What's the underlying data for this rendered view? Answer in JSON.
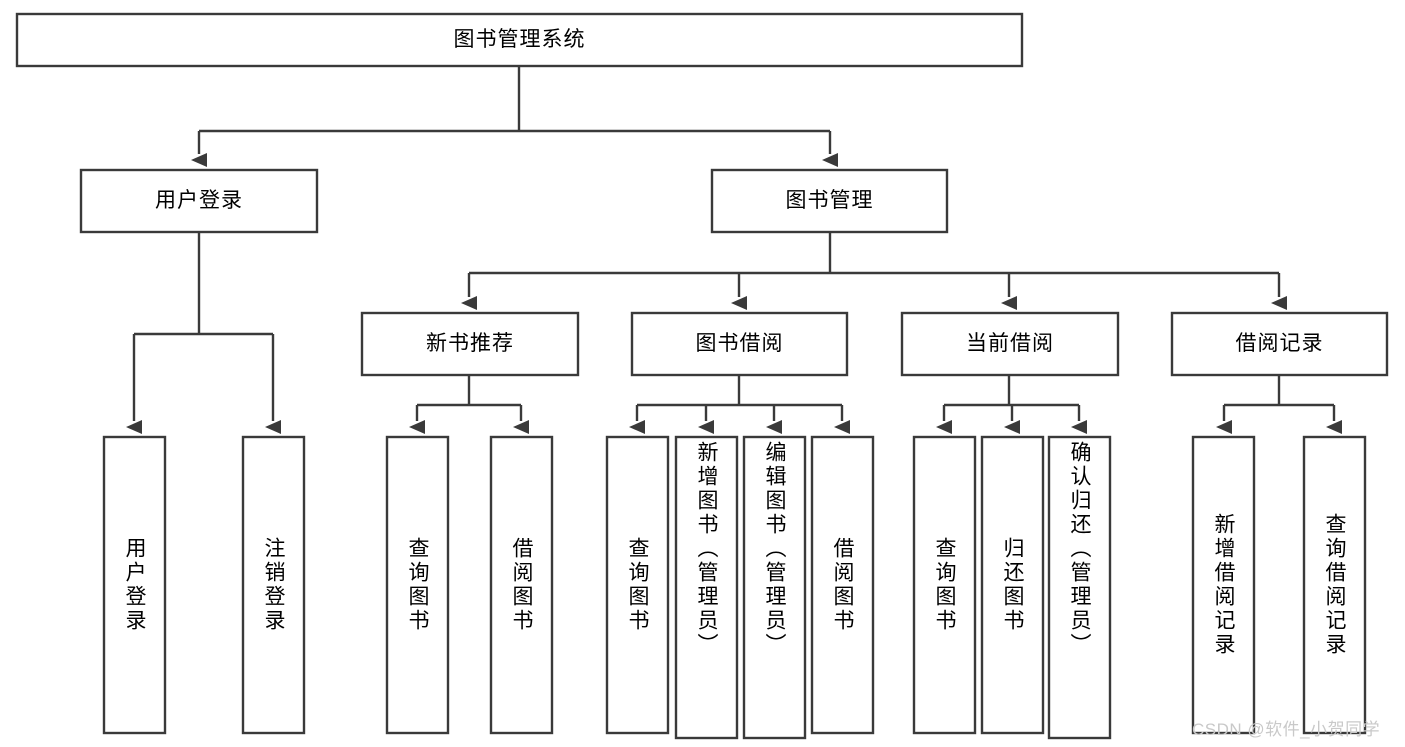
{
  "diagram": {
    "title": "图书管理系统",
    "watermark": "CSDN @软件_小贺同学",
    "colors": {
      "stroke": "#3a3a3a",
      "fill": "#ffffff",
      "text": "#000000",
      "watermark": "#c9c9c9"
    },
    "levels": {
      "root": {
        "label": "图书管理系统"
      },
      "level2": [
        {
          "label": "用户登录"
        },
        {
          "label": "图书管理"
        }
      ],
      "level3": [
        {
          "label": "新书推荐"
        },
        {
          "label": "图书借阅"
        },
        {
          "label": "当前借阅"
        },
        {
          "label": "借阅记录"
        }
      ],
      "leaves": {
        "user_login": [
          {
            "label": "用户登录"
          },
          {
            "label": "注销登录"
          }
        ],
        "new_book_recommend": [
          {
            "label": "查询图书"
          },
          {
            "label": "借阅图书"
          }
        ],
        "book_borrow": [
          {
            "label": "查询图书"
          },
          {
            "label": "新增图书（管理员）"
          },
          {
            "label": "编辑图书（管理员）"
          },
          {
            "label": "借阅图书"
          }
        ],
        "current_borrow": [
          {
            "label": "查询图书"
          },
          {
            "label": "归还图书"
          },
          {
            "label": "确认归还（管理员）"
          }
        ],
        "borrow_record": [
          {
            "label": "新增借阅记录"
          },
          {
            "label": "查询借阅记录"
          }
        ]
      }
    }
  }
}
